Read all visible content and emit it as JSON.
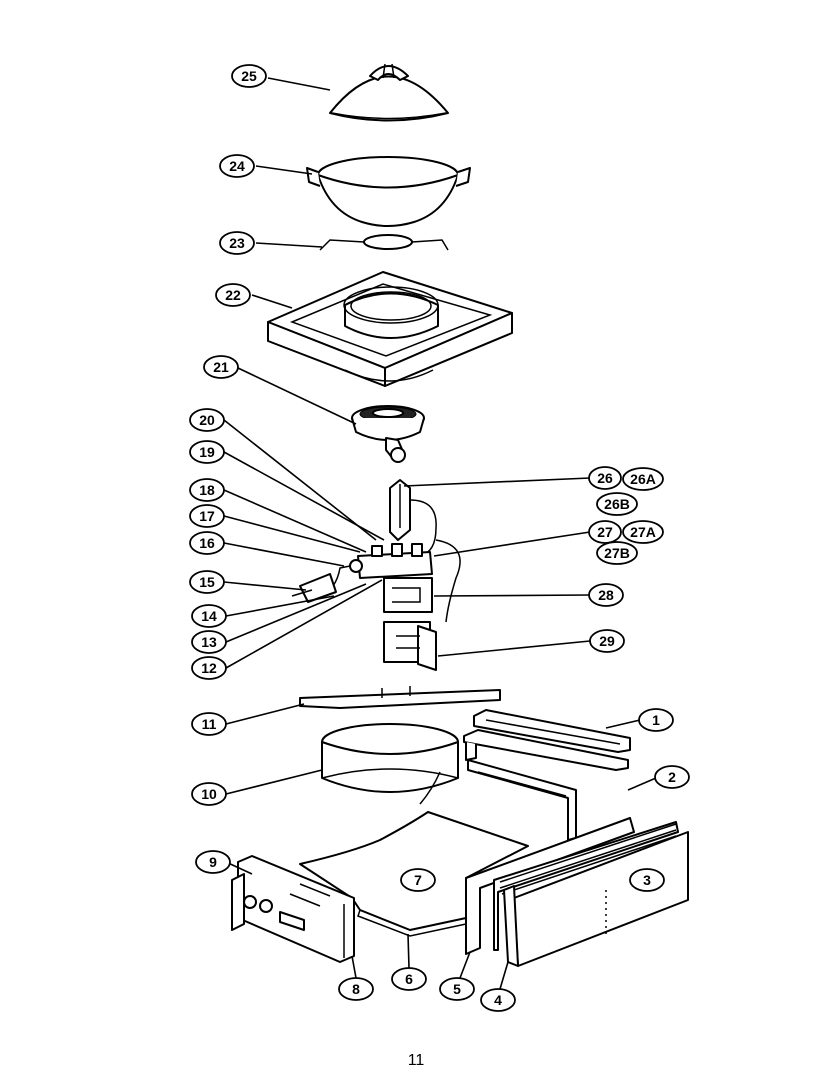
{
  "callouts": {
    "c1": "1",
    "c2": "2",
    "c3": "3",
    "c4": "4",
    "c5": "5",
    "c6": "6",
    "c7": "7",
    "c8": "8",
    "c9": "9",
    "c10": "10",
    "c11": "11",
    "c12": "12",
    "c13": "13",
    "c14": "14",
    "c15": "15",
    "c16": "16",
    "c17": "17",
    "c18": "18",
    "c19": "19",
    "c20": "20",
    "c21": "21",
    "c22": "22",
    "c23": "23",
    "c24": "24",
    "c25": "25",
    "c26": "26",
    "c26A": "26A",
    "c26B": "26B",
    "c27": "27",
    "c27A": "27A",
    "c27B": "27B",
    "c28": "28",
    "c29": "29"
  },
  "page_number": "11"
}
